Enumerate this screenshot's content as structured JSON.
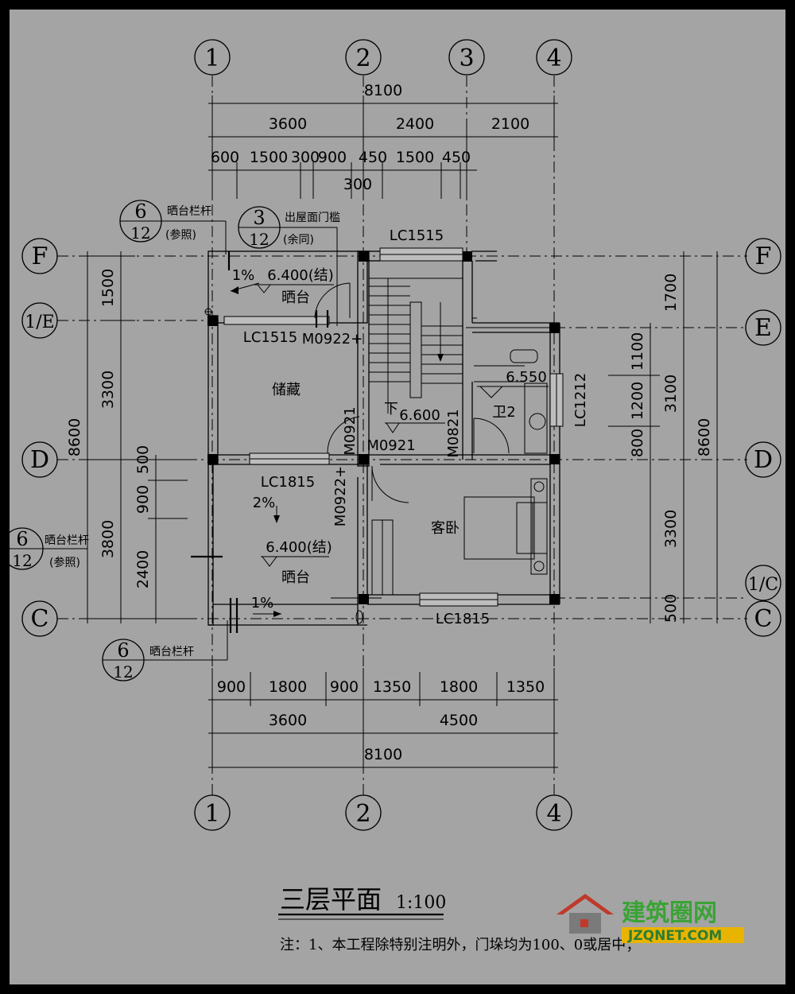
{
  "drawing": {
    "title": "三层平面",
    "scale": "1:100",
    "note": "注：1、本工程除特别注明外，门垛均为100、0或居中；"
  },
  "axes": {
    "top": [
      "1",
      "2",
      "3",
      "4"
    ],
    "bottom": [
      "1",
      "2",
      "4"
    ],
    "left": [
      "F",
      "1/E",
      "D",
      "C"
    ],
    "right": [
      "F",
      "E",
      "D",
      "1/C",
      "C"
    ]
  },
  "dimensions": {
    "top_total": "8100",
    "top_mid": [
      "3600",
      "2400",
      "2100"
    ],
    "top_detail": [
      "600",
      "1500",
      "300",
      "900",
      "450",
      "1500",
      "450"
    ],
    "top_detail_sub": "300",
    "bottom_detail": [
      "900",
      "1800",
      "900",
      "1350",
      "1800",
      "1350"
    ],
    "bottom_mid": [
      "3600",
      "4500"
    ],
    "bottom_total": "8100",
    "left_inner": [
      "1500",
      "3300"
    ],
    "left_outer": "8600",
    "left_lower": [
      "3800"
    ],
    "left_window": [
      "500",
      "900",
      "2400"
    ],
    "right_inner": [
      "1700",
      "1100",
      "1200",
      "800",
      "3300",
      "500"
    ],
    "right_mid": "3100",
    "right_outer": "8600"
  },
  "rooms": {
    "terrace_top": "晒台",
    "storage": "储藏",
    "guest": "客卧",
    "terrace_bottom": "晒台",
    "bath": "卫2"
  },
  "elevations": {
    "terrace_top": "6.400(结)",
    "terrace_bottom": "6.400(结)",
    "stair": "6.600",
    "bath": "6.550",
    "stair_down": "下"
  },
  "slopes": {
    "top": "1%",
    "mid": "2%",
    "bottom": "1%"
  },
  "openings": {
    "lc1515_top": "LC1515",
    "lc1515_left": "LC1515",
    "lc1815_mid": "LC1815",
    "lc1815_bottom": "LC1815",
    "lc1212": "LC1212",
    "m0922_a": "M0922+",
    "m0922_b": "M0922+",
    "m0921_a": "M0921",
    "m0921_b": "M0921",
    "m0821": "M0821"
  },
  "callouts": {
    "c1": {
      "num": "6",
      "sheet": "12",
      "text": "晒台栏杆",
      "sub": "(参照)"
    },
    "c2": {
      "num": "3",
      "sheet": "12",
      "text": "出屋面门槛",
      "sub": "(余同)"
    },
    "c3": {
      "num": "6",
      "sheet": "12",
      "text": "晒台栏杆",
      "sub": "(参照)"
    },
    "c4": {
      "num": "6",
      "sheet": "12",
      "text": "晒台栏杆"
    }
  },
  "logo": {
    "cn": "建筑圈网",
    "en": "JZQNET.COM"
  }
}
